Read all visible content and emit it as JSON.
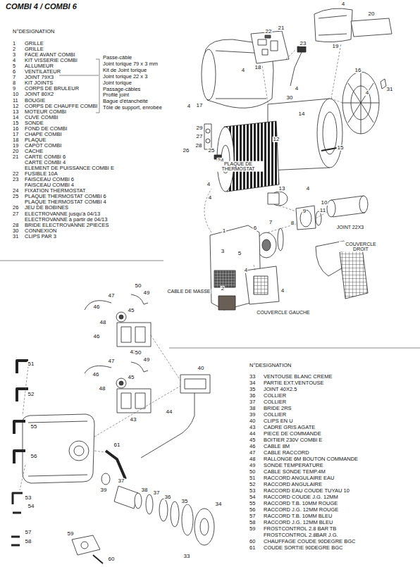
{
  "diagram": {
    "title": "COMBI 4 / COMBI 6",
    "labels": [
      "N°DESIGNATION",
      "1",
      "GRILLE",
      "2",
      "GRILLE",
      "3",
      "FACE AVANT COMBI",
      "4",
      "KIT VISSERIE COMBI",
      "5",
      "ALLUMEUR",
      "6",
      "VENTILATEUR",
      "7",
      "JOINT 79X3",
      "8",
      "KIT JOINTS",
      "9",
      "CORPS DE BRULEUR",
      "10",
      "JOINT 80X2",
      "11",
      "BOUGIE",
      "12",
      "CORPS DE CHAUFFE COMBI",
      "13",
      "MOTEUR COMBI",
      "14",
      "CUVE COMBI",
      "15",
      "SONDE",
      "16",
      "FOND DE COMBI",
      "17",
      "CHAPE COMBI",
      "18",
      "PLAQUE",
      "19",
      "CAPOT COMBI",
      "20",
      "CACHE",
      "21",
      "CARTE COMBI 6",
      "CARTE COMBI 4",
      "ELEMENT DE PUISSANCE COMBI E",
      "22",
      "FUSIBLE 10A",
      "23",
      "FAISCEAU COMBI 6",
      "FAISCEAU COMBI 4",
      "24",
      "FIXATION THERMOSTAT",
      "25",
      "PLAQUE THERMOSTAT COMBI 6",
      "PLAQUE THERMOSTAT COMBI 4",
      "26",
      "JEU DE BOBINES",
      "27",
      "ELECTROVANNE  jusqu'à 04/13",
      "ELECTROVANNE  à partir de 04/13",
      "28",
      "BRIDE ELECTROVANNE 2PIECES",
      "30",
      "CONNEXION",
      "31",
      "CLIPS PAR 3",
      "Passe-câble",
      "Joint torique 79 x 3 mm",
      "Kit de Joint torique",
      "Joint torique 22 x 3",
      "Joint torique",
      "Passage-câbles",
      "Profilé joint",
      "Bague d'étanchéité",
      "Tôle de support, enrobée",
      "4",
      "22",
      "21",
      "19",
      "20",
      "18",
      "23",
      "4",
      "17",
      "16",
      "30",
      "4",
      "4",
      "31",
      "14",
      "12",
      "4",
      "29",
      "27",
      "28",
      "26",
      "25",
      "24",
      "15",
      "4",
      "4",
      "13",
      "4",
      "10",
      "9",
      "11",
      "8",
      "6",
      "7",
      "1",
      "5",
      "3",
      "4",
      "2",
      "4",
      "PLAQUE DE THERMOSTAT",
      "JOINT 22X3",
      "COUVERCLE DROIT",
      "CABLE DE MASSE",
      "COUVERCLE GAUCHE",
      "N°DESIGNATION",
      "33",
      "VENTOUSE BLANC CREME",
      "34",
      "PARTIE EXT.VENTOUSE",
      "35",
      "JOINT 40X2.5",
      "36",
      "COLLIER",
      "37",
      "COLLIER",
      "38",
      "BRIDE 2RS",
      "39",
      "COLLIER",
      "40",
      "CLIPS EN U",
      "43",
      "CADRE GRIS AGATE",
      "44",
      "PIECE DE COMMANDE",
      "45",
      "BOITIER 230V COMBI E",
      "46",
      "CABLE 8M",
      "47",
      "CABLE RACCORD",
      "48",
      "RALLONGE 6M BOUTON COMMANDE",
      "49",
      "SONDE TEMPERATURE",
      "50",
      "CABLE SONDE TEMP.4M",
      "51",
      "RACCORD ANGULAIRE EAU",
      "52",
      "RACCORD ANGULAIRE",
      "53",
      "RACCORD EAU COUDE TUYAU 10",
      "54",
      "RACCORD COUDE J.G. 12MM",
      "55",
      "RACCORD T.B. 10MM ROUGE",
      "56",
      "RACCORD J.G. 12MM ROUGE",
      "57",
      "RACCORD T.B. 10MM BLEU",
      "58",
      "RACCORD J.G. 12MM BLEU",
      "59",
      "FROSTCONTROL 2.8 BAR TB",
      "FROSTCONTROL 2.8BAR J.G.",
      "60",
      "CHAUFFAGE COUDE 90DEGRE BGC",
      "61",
      "COUDE SORTIE 90DEGRE BGC",
      "47",
      "50",
      "49",
      "46",
      "45",
      "48",
      "43",
      "46",
      "47",
      "50",
      "49",
      "46",
      "45",
      "48",
      "43",
      "44",
      "40",
      "51",
      "52",
      "55",
      "56",
      "61",
      "39",
      "37",
      "38",
      "37",
      "36",
      "35",
      "34",
      "33",
      "53",
      "54",
      "57",
      "58",
      "59",
      "60"
    ]
  }
}
